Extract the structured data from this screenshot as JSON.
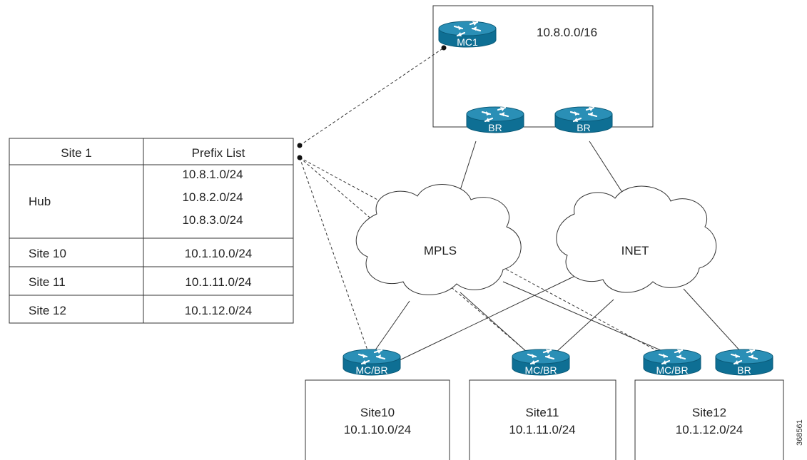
{
  "hq": {
    "prefix": "10.8.0.0/16",
    "controller_label": "MC1",
    "border_label_left": "BR",
    "border_label_right": "BR"
  },
  "clouds": {
    "mpls": "MPLS",
    "inet": "INET"
  },
  "sites": [
    {
      "name": "Site10",
      "prefix": "10.1.10.0/24",
      "router_label": "MC/BR"
    },
    {
      "name": "Site11",
      "prefix": "10.1.11.0/24",
      "router_label": "MC/BR"
    },
    {
      "name": "Site12",
      "prefix": "10.1.12.0/24",
      "router_label": "MC/BR",
      "extra_router_label": "BR"
    }
  ],
  "prefix_table": {
    "headers": [
      "Site 1",
      "Prefix List"
    ],
    "rows": [
      {
        "site": "Hub",
        "prefixes": [
          "10.8.1.0/24",
          "10.8.2.0/24",
          "10.8.3.0/24"
        ]
      },
      {
        "site": "Site 10",
        "prefixes": [
          "10.1.10.0/24"
        ]
      },
      {
        "site": "Site 11",
        "prefixes": [
          "10.1.11.0/24"
        ]
      },
      {
        "site": "Site 12",
        "prefixes": [
          "10.1.12.0/24"
        ]
      }
    ]
  },
  "figure_id": "368561",
  "colors": {
    "router_body": "#0e6f94",
    "router_top": "#2a8fb6",
    "line": "#333333"
  }
}
